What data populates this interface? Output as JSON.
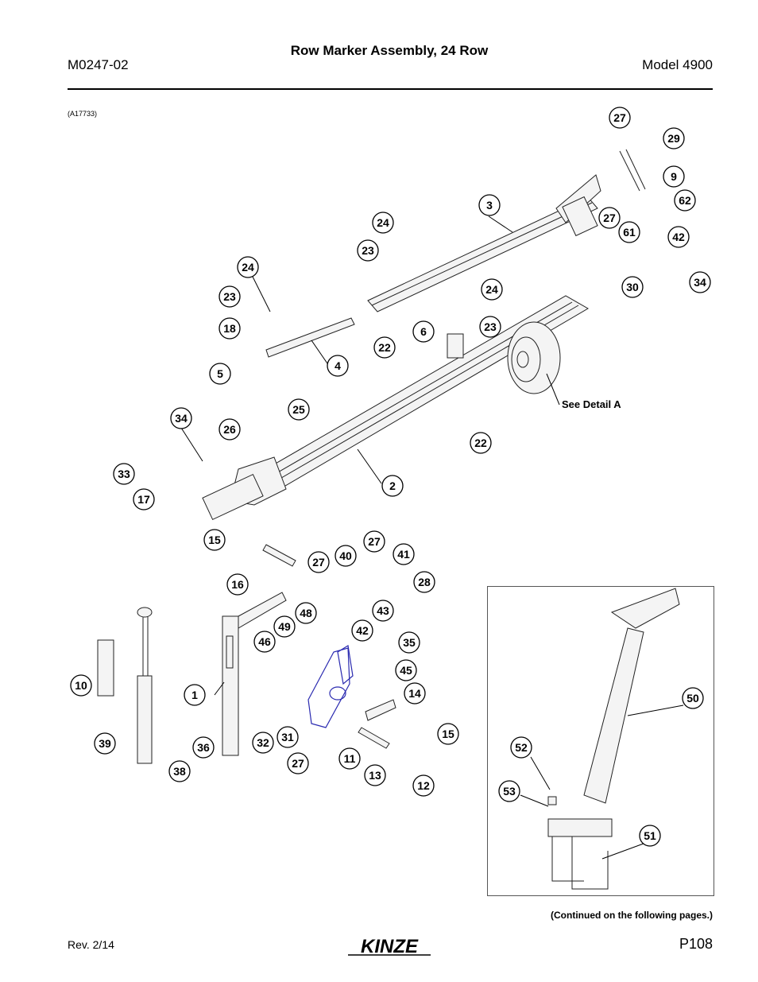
{
  "header": {
    "doc_number": "M0247-02",
    "title": "Row Marker Assembly, 24 Row",
    "model": "Model 4900"
  },
  "figure_id": "(A17733)",
  "detail_label": "See Detail A",
  "footer": {
    "continued": "(Continued on the following pages.)",
    "revision": "Rev. 2/14",
    "page": "P108",
    "logo_text": "KINZE"
  },
  "callouts": [
    "27",
    "29",
    "9",
    "62",
    "3",
    "27",
    "61",
    "42",
    "24",
    "23",
    "30",
    "34",
    "24",
    "23",
    "18",
    "24",
    "23",
    "6",
    "22",
    "4",
    "5",
    "25",
    "26",
    "22",
    "34",
    "33",
    "17",
    "2",
    "15",
    "16",
    "27",
    "40",
    "27",
    "41",
    "28",
    "43",
    "42",
    "48",
    "49",
    "46",
    "35",
    "45",
    "10",
    "1",
    "14",
    "15",
    "39",
    "36",
    "32",
    "31",
    "38",
    "27",
    "11",
    "13",
    "12",
    "52",
    "50",
    "53",
    "51"
  ]
}
